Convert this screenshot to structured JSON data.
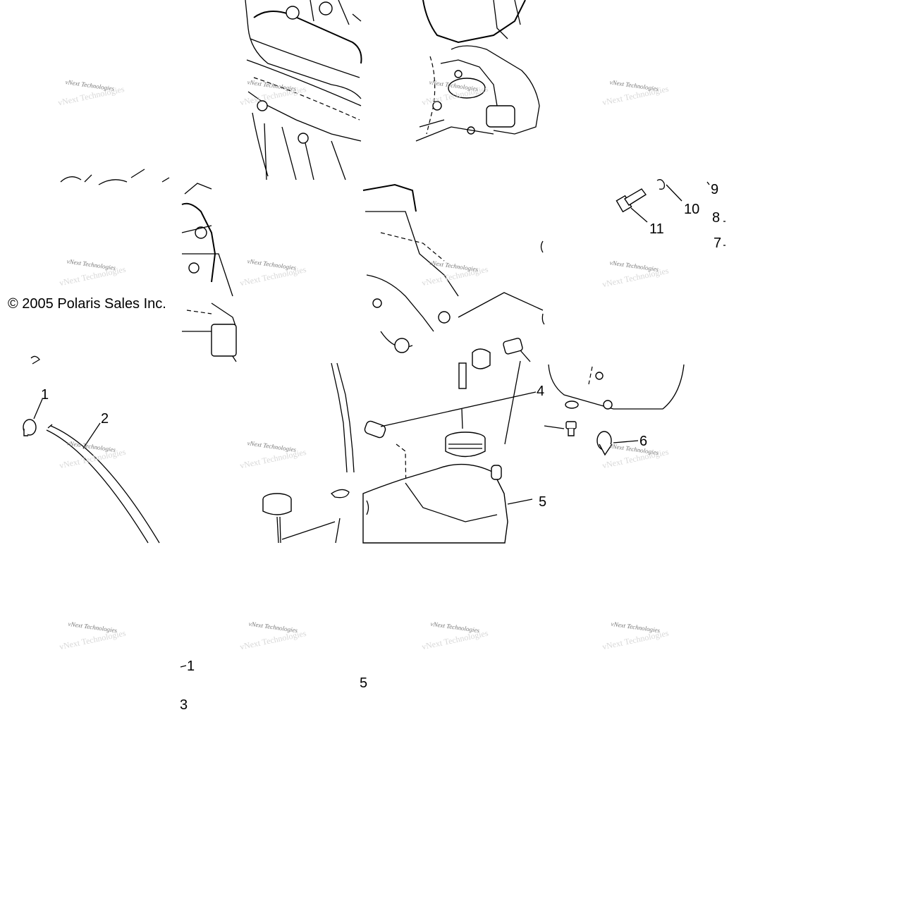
{
  "diagram": {
    "copyright": "© 2005 Polaris Sales Inc.",
    "watermark_text": "vNext Technologies",
    "callouts": {
      "c1": "1",
      "c2": "2",
      "c4": "4",
      "c5": "5",
      "c6": "6",
      "c7": "7",
      "c8": "8",
      "c9": "9",
      "c10": "10",
      "c11": "11",
      "c1_lower": "1",
      "c3_lower": "3",
      "c5_lower": "5"
    }
  }
}
